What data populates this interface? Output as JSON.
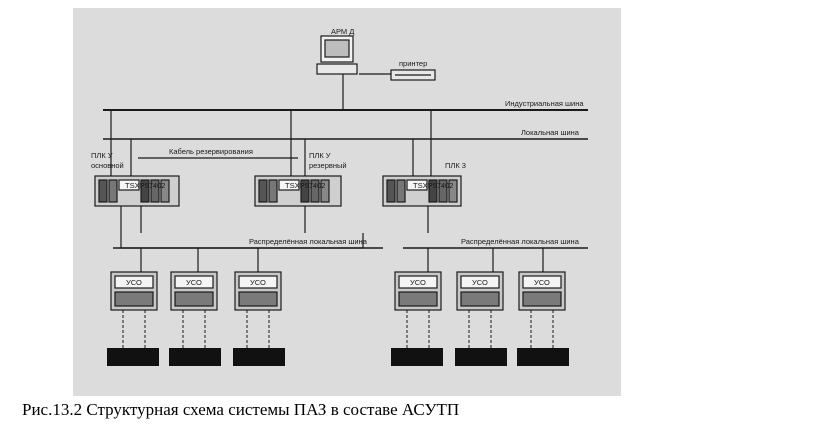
{
  "caption": "Рис.13.2 Структурная схема системы ПАЗ в составе АСУТП",
  "diagram": {
    "workstation_label": "АРМ Д",
    "printer_label": "принтер",
    "industrial_bus_label": "Индустриальная шина",
    "local_bus_label": "Локальная шина",
    "reserve_cable_label": "Кабель резервирования",
    "plc_main_label_1": "ПЛК У",
    "plc_main_label_2": "основной",
    "plc_reserve_label_1": "ПЛК У",
    "plc_reserve_label_2": "резервный",
    "plc3_label": "ПЛК 3",
    "plc_module_label": "TSXP57402",
    "dist_bus_left_label": "Распределённая локальная шина",
    "dist_bus_right_label": "Распределённая локальная шина",
    "uso_label": "УСО"
  }
}
